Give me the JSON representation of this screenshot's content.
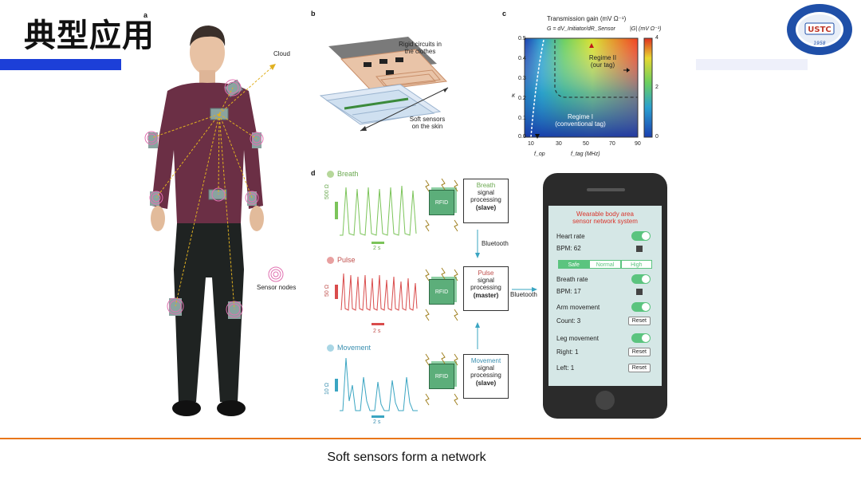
{
  "slide": {
    "title": "典型应用",
    "caption": "Soft sensors form a network"
  },
  "logo": {
    "text": "USTC",
    "year": "1958"
  },
  "panel_a": {
    "letter": "a",
    "cloud_label": "Cloud",
    "sensor_nodes_label": "Sensor nodes"
  },
  "panel_b": {
    "letter": "b",
    "rigid_label_1": "Rigid circuits in",
    "rigid_label_2": "the clothes",
    "soft_label_1": "Soft sensors",
    "soft_label_2": "on the skin"
  },
  "panel_c": {
    "letter": "c",
    "title": "Transmission gain (mV Ω⁻¹)",
    "formula": "G = dV_Initiator/dR_Sensor",
    "colorbar_label": "|G| (mV Ω⁻¹)",
    "regime2_1": "Regime II",
    "regime2_2": "(our tag)",
    "regime1_1": "Regime I",
    "regime1_2": "(conventional tag)",
    "ylabel": "κ",
    "y_ticks": [
      "0.5",
      "0.4",
      "0.3",
      "0.2",
      "0.1",
      "0.0"
    ],
    "x_ticks": [
      "10",
      "30",
      "50",
      "70",
      "90"
    ],
    "cb_ticks": [
      "4",
      "2",
      "0"
    ],
    "f_op": "f_op",
    "f_tag": "f_tag (MHz)"
  },
  "panel_d": {
    "letter": "d",
    "breath": {
      "label": "Breath",
      "scale": "500 Ω",
      "time": "2 s",
      "color": "#7cc45a",
      "proc_1": "Breath",
      "proc_2": "signal",
      "proc_3": "processing",
      "proc_4": "(slave)"
    },
    "pulse": {
      "label": "Pulse",
      "scale": "50 Ω",
      "time": "2 s",
      "color": "#d94c4c",
      "proc_1": "Pulse",
      "proc_2": "signal",
      "proc_3": "processing",
      "proc_4": "(master)"
    },
    "movement": {
      "label": "Movement",
      "scale": "10 Ω",
      "time": "2 s",
      "color": "#3aa5c2",
      "proc_1": "Movement",
      "proc_2": "signal",
      "proc_3": "processing",
      "proc_4": "(slave)"
    },
    "rfid": "RFID",
    "bluetooth": "Bluetooth"
  },
  "phone": {
    "header_1": "Wearable body area",
    "header_2": "sensor network system",
    "heart_rate": "Heart rate",
    "bpm_heart": "BPM: 62",
    "seg_safe": "Safe",
    "seg_normal": "Normal",
    "seg_high": "High",
    "breath_rate": "Breath rate",
    "bpm_breath": "BPM: 17",
    "arm_movement": "Arm movement",
    "count": "Count: 3",
    "reset": "Reset",
    "leg_movement": "Leg movement",
    "right": "Right: 1",
    "left": "Left: 1"
  }
}
